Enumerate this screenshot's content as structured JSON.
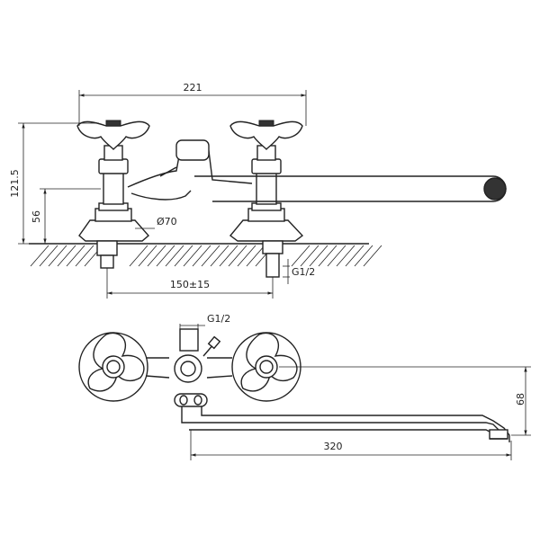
{
  "dimensions": {
    "top_width": "221",
    "total_height": "121.5",
    "base_height": "56",
    "base_diameter": "Ø70",
    "center_distance": "150±15",
    "thread_top": "G1/2",
    "thread_plan": "G1/2",
    "spout_reach": "320",
    "spout_offset": "68"
  },
  "icons": [
    "cross-handle-icon",
    "aerator-icon",
    "wall-hatch"
  ]
}
